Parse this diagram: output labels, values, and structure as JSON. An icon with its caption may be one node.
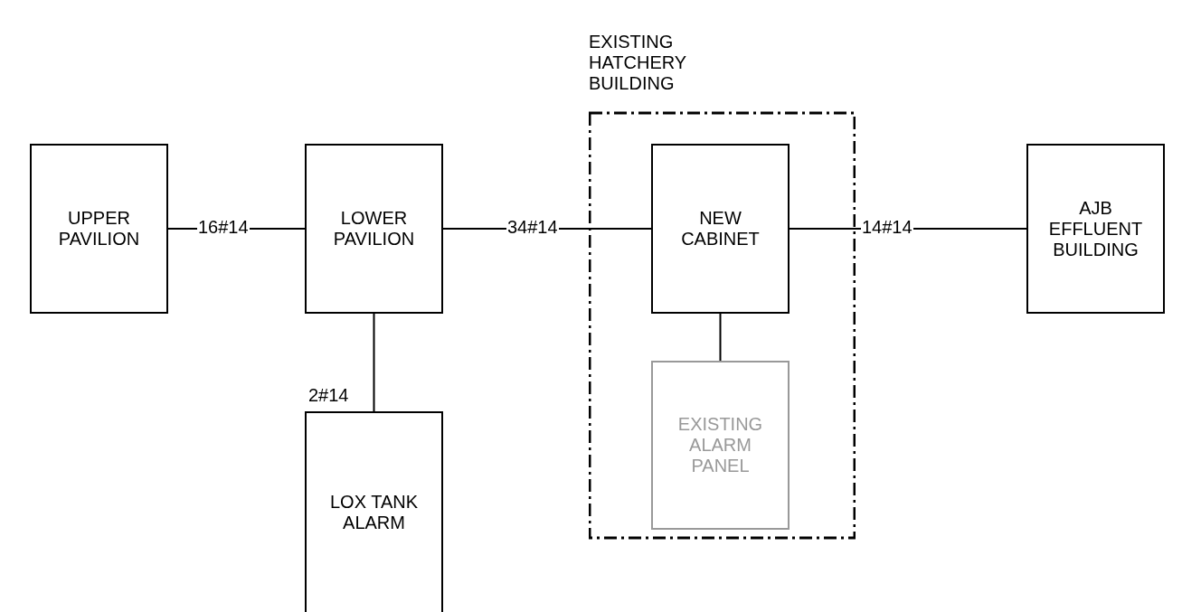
{
  "diagram": {
    "nodes": [
      {
        "text": [
          "UPPER PAVILION"
        ]
      },
      {
        "text": [
          "LOWER PAVILION"
        ]
      },
      {
        "text": [
          "EXISTING HATCHERY BUILDING"
        ]
      },
      {
        "text": [
          "NEW CABINET"
        ],
        "in": 2
      },
      {
        "text": [
          "EXISTING ALARM PANEL"
        ],
        "in": 2
      },
      {
        "text": [
          "AJB EFFLUENT BUILDING"
        ]
      },
      {
        "text": [
          "LOX TANK ALARM"
        ]
      }
    ],
    "edges": [
      {
        "from": 0,
        "to": 1,
        "arrow": "none",
        "label": "16#14"
      },
      {
        "from": 1,
        "to": 3,
        "arrow": "none",
        "label": "34#14"
      },
      {
        "from": 3,
        "to": 5,
        "arrow": "none",
        "label": "14#14"
      },
      {
        "from": 1,
        "to": 6,
        "arrow": "none",
        "label": "2#14"
      },
      {
        "from": 3,
        "to": 4,
        "arrow": "none"
      }
    ]
  }
}
